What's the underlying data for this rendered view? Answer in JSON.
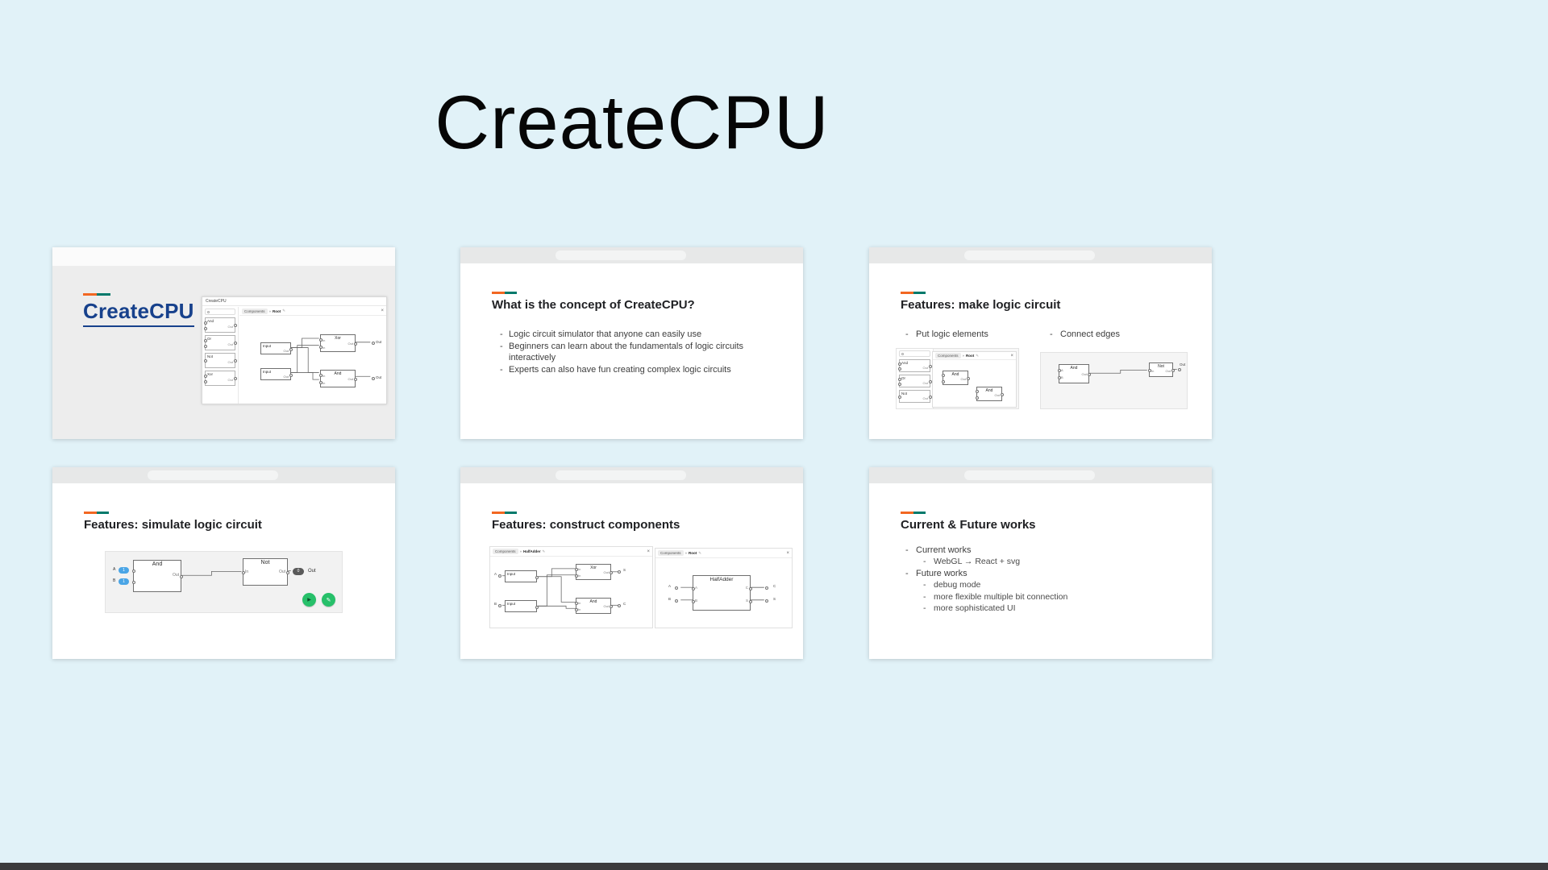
{
  "page": {
    "title": "CreateCPU"
  },
  "glyphs": {
    "dash": "-",
    "chevron_double": "»",
    "edit_pencil": "✎",
    "close_x": "×",
    "play": "▶"
  },
  "colors": {
    "page_background": "#e1f2f8",
    "accent_orange": "#f26722",
    "accent_teal": "#00796b",
    "title_navy": "#17418c",
    "button_green": "#27c06a",
    "pill_blue": "#4aa5e6",
    "pill_dark": "#5a5a5a"
  },
  "slides": [
    {
      "title": "CreateCPU",
      "app": {
        "window_title": "CreateCPU",
        "sidebar_items": [
          {
            "name": "And",
            "pin": "Out"
          },
          {
            "name": "Or",
            "pin": "Out"
          },
          {
            "name": "Not",
            "pin": "Out"
          },
          {
            "name": "Xor",
            "pin": "Out"
          }
        ],
        "breadcrumb": {
          "root": "Components",
          "current": "Root"
        },
        "canvas": {
          "input1": "Input",
          "input2": "Input",
          "gate_top": "Xor",
          "gate_bottom": "And",
          "in": "In",
          "out": "Out"
        }
      }
    },
    {
      "title": "What is the concept of CreateCPU?",
      "bullets": [
        "Logic circuit simulator that anyone can easily use",
        "Beginners can learn about the fundamentals of logic circuits interactively",
        "Experts can also have fun creating complex logic circuits"
      ]
    },
    {
      "title": "Features: make logic circuit",
      "bullets": {
        "left": "Put logic elements",
        "right": "Connect edges"
      },
      "left_image": {
        "sidebar_items": [
          {
            "name": "And",
            "pin": "Out"
          },
          {
            "name": "Or",
            "pin": "Out"
          },
          {
            "name": "Not",
            "pin": "Out"
          }
        ],
        "breadcrumb": {
          "root": "Components",
          "current": "Root"
        },
        "gates": [
          {
            "name": "And",
            "pin": "Out"
          },
          {
            "name": "And",
            "pin": "Out"
          }
        ]
      },
      "right_image": {
        "and_gate": {
          "name": "And",
          "a": "A",
          "b": "B",
          "out": "Out"
        },
        "not_gate": {
          "name": "Not",
          "in": "In",
          "out": "Out"
        },
        "terminal": "Out"
      }
    },
    {
      "title": "Features: simulate logic circuit",
      "circuit": {
        "input_a": {
          "label": "A",
          "value": "1"
        },
        "input_b": {
          "label": "B",
          "value": "1"
        },
        "and_gate": {
          "name": "And",
          "out": "Out"
        },
        "not_gate": {
          "name": "Not",
          "in": "In",
          "out": "Out"
        },
        "output": {
          "value": "0",
          "label": "Out"
        }
      }
    },
    {
      "title": "Features: construct components",
      "left_image": {
        "breadcrumb": {
          "root": "Components",
          "current": "HalfAdder"
        },
        "input_a": {
          "label": "A",
          "name": "Input"
        },
        "input_b": {
          "label": "B",
          "name": "Input"
        },
        "xor_gate": {
          "name": "Xor",
          "in": "In",
          "out": "Out",
          "terminal": "S"
        },
        "and_gate": {
          "name": "And",
          "in": "In",
          "out": "Out",
          "terminal": "C"
        }
      },
      "right_image": {
        "breadcrumb": {
          "root": "Components",
          "current": "Root"
        },
        "component": {
          "name": "HalfAdder",
          "pin_a": "A",
          "pin_b": "B",
          "pin_c": "C",
          "pin_s": "S"
        },
        "ext": {
          "a": "A",
          "b": "B",
          "c": "C",
          "s": "S"
        }
      }
    },
    {
      "title": "Current & Future works",
      "items": [
        {
          "level": 1,
          "text": "Current works"
        },
        {
          "level": 2,
          "text": "WebGL → React + svg"
        },
        {
          "level": 1,
          "text": "Future works"
        },
        {
          "level": 2,
          "text": "debug mode"
        },
        {
          "level": 2,
          "text": "more flexible multiple bit connection"
        },
        {
          "level": 2,
          "text": "more sophisticated UI"
        }
      ]
    }
  ]
}
